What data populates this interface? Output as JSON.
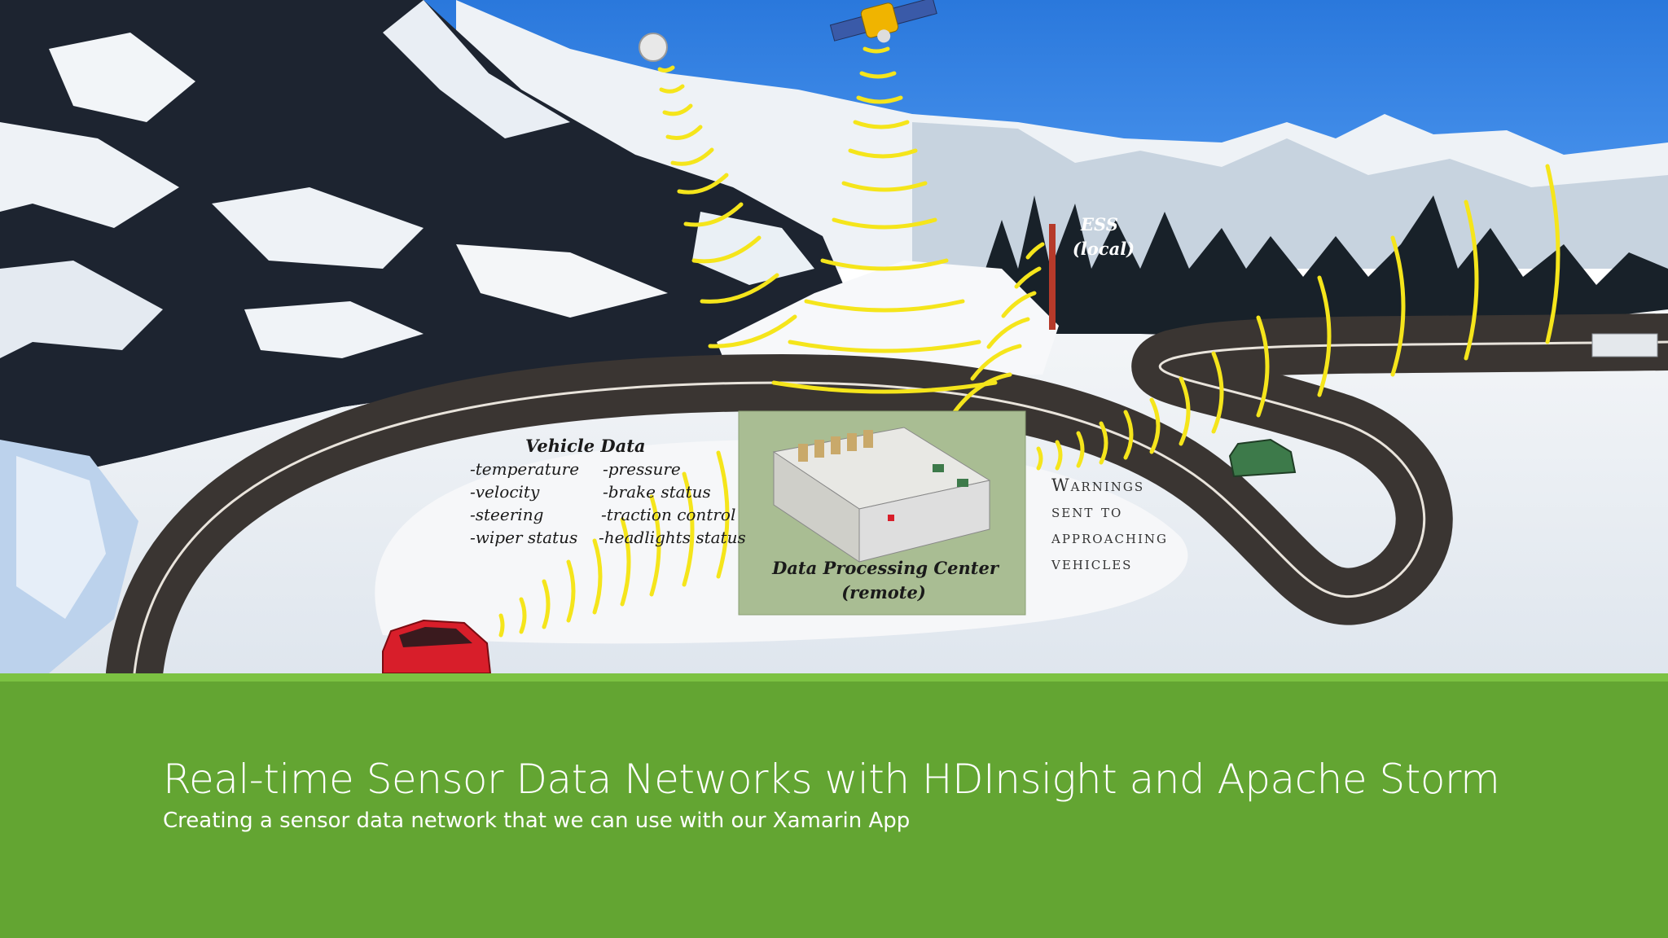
{
  "slide": {
    "title": "Real-time Sensor Data Networks with HDInsight and Apache Storm",
    "subtitle": "Creating a sensor data network that we can use with our Xamarin App"
  },
  "diagram": {
    "vehicle_data": {
      "heading": "Vehicle Data",
      "col1": [
        "-temperature",
        "-velocity",
        "-steering",
        "-wiper status"
      ],
      "col2": [
        "-pressure",
        "-brake status",
        "-traction control",
        "-headlights status"
      ]
    },
    "processing_center": {
      "line1": "Data Processing Center",
      "line2": "(remote)"
    },
    "ess": {
      "line1": "ESS",
      "line2": "(local)"
    },
    "warnings": [
      "Warnings",
      "sent to",
      "approaching",
      "vehicles"
    ]
  },
  "colors": {
    "footer_green": "#63a532",
    "accent_green": "#7cc242",
    "signal_yellow": "#f5e51b",
    "sky_blue": "#2f7fe0",
    "car_red": "#d81e2a",
    "car_green": "#3d7a4a"
  }
}
